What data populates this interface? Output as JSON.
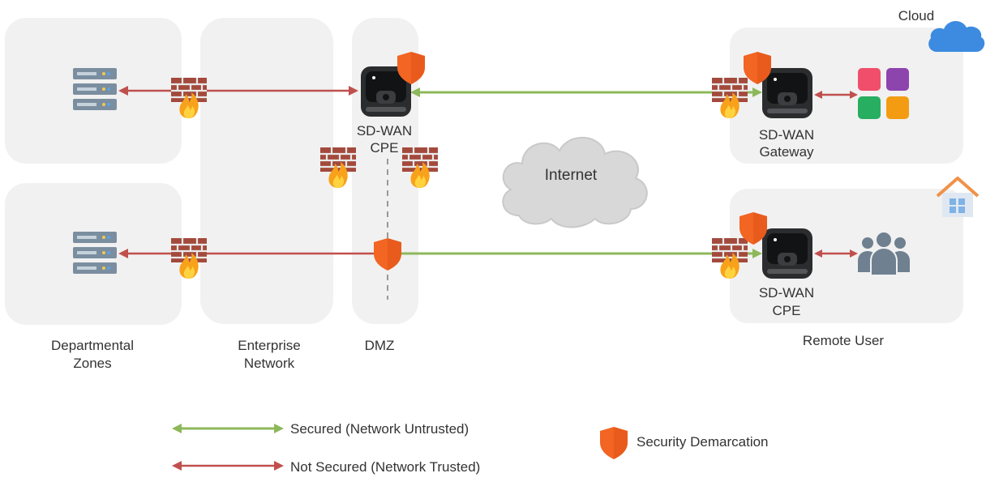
{
  "labels": {
    "cloud": "Cloud",
    "internet": "Internet",
    "dept_zones_1": "Departmental",
    "dept_zones_2": "Zones",
    "enterprise_1": "Enterprise",
    "enterprise_2": "Network",
    "dmz": "DMZ",
    "remote_user": "Remote User",
    "cpe_top_1": "SD-WAN",
    "cpe_top_2": "CPE",
    "gateway_1": "SD-WAN",
    "gateway_2": "Gateway",
    "cpe_remote_1": "SD-WAN",
    "cpe_remote_2": "CPE"
  },
  "legend": {
    "secured": "Secured (Network Untrusted)",
    "not_secured": "Not Secured (Network Trusted)",
    "demarcation": "Security Demarcation"
  },
  "colors": {
    "secured": "#8db85a",
    "not_secured": "#c0504d",
    "shield": "#f26522",
    "zone_bg": "#f1f1f1",
    "cloud_icon": "#3c8be0",
    "home_roof": "#f0924a"
  },
  "icons": [
    "server-icon",
    "firewall-icon",
    "sd-wan-device-icon",
    "shield-icon",
    "internet-cloud-icon",
    "cloud-icon",
    "apps-icon",
    "users-icon",
    "home-icon"
  ]
}
